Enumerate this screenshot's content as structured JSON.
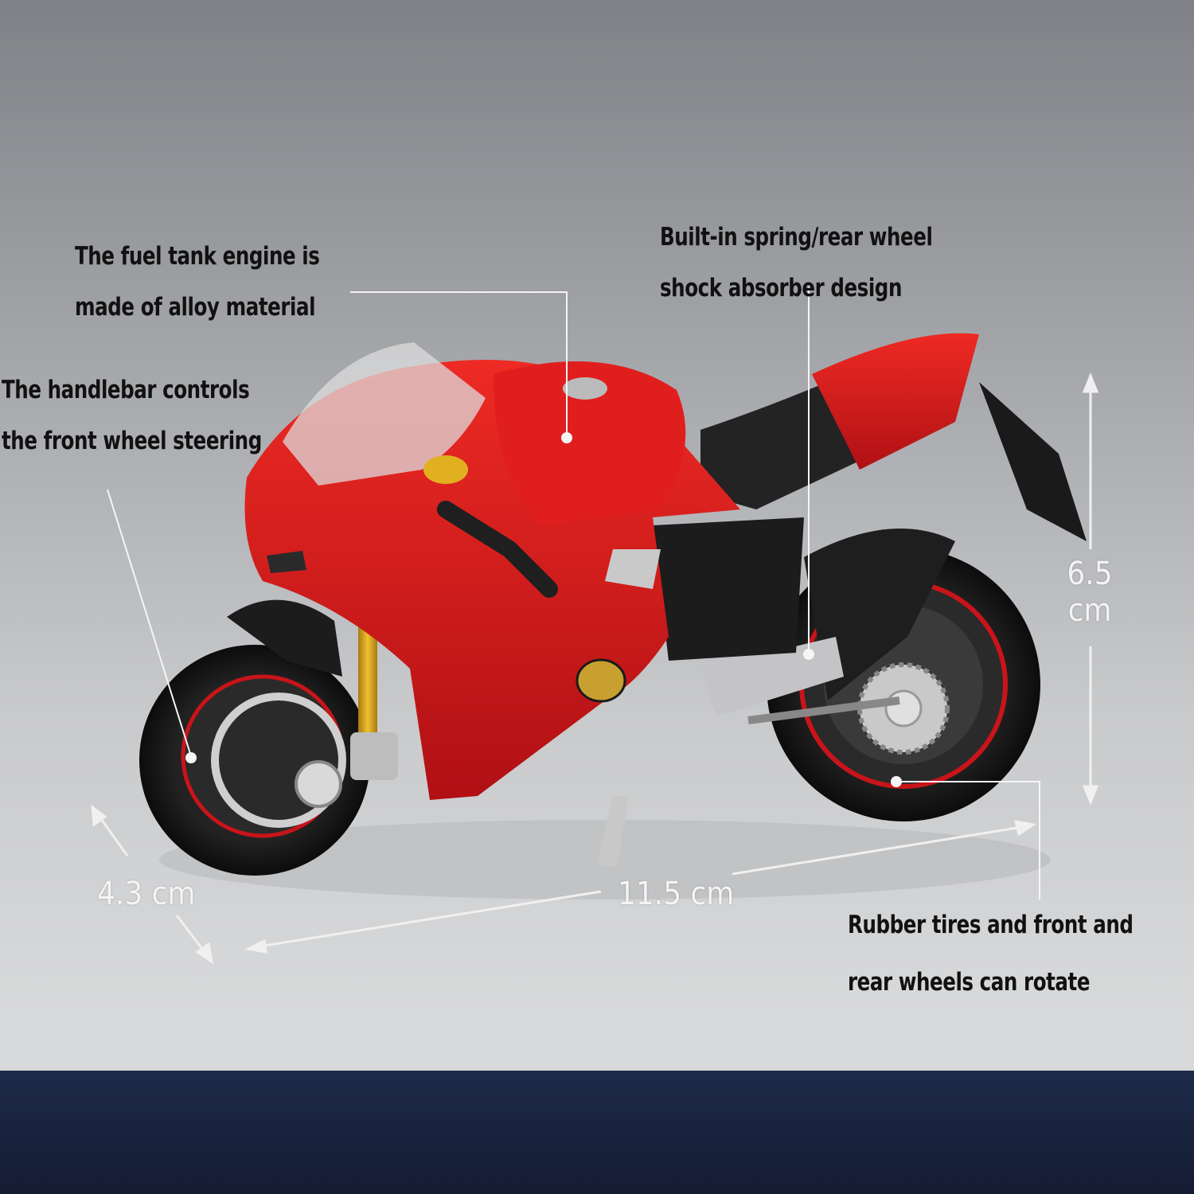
{
  "callouts": {
    "fuel_tank": [
      "The fuel tank engine is",
      "made of alloy material"
    ],
    "spring": [
      "Built-in spring/rear wheel",
      "shock absorber design"
    ],
    "handlebar": [
      "The handlebar controls",
      "the front wheel steering"
    ],
    "tires": [
      "Rubber tires and front and",
      "rear wheels can rotate"
    ]
  },
  "dimensions": {
    "height_value": "6.5",
    "height_unit": "cm",
    "width": "4.3 cm",
    "length": "11.5 cm"
  },
  "colors": {
    "body_red": "#d0161a",
    "band_navy": "#1a2440"
  }
}
